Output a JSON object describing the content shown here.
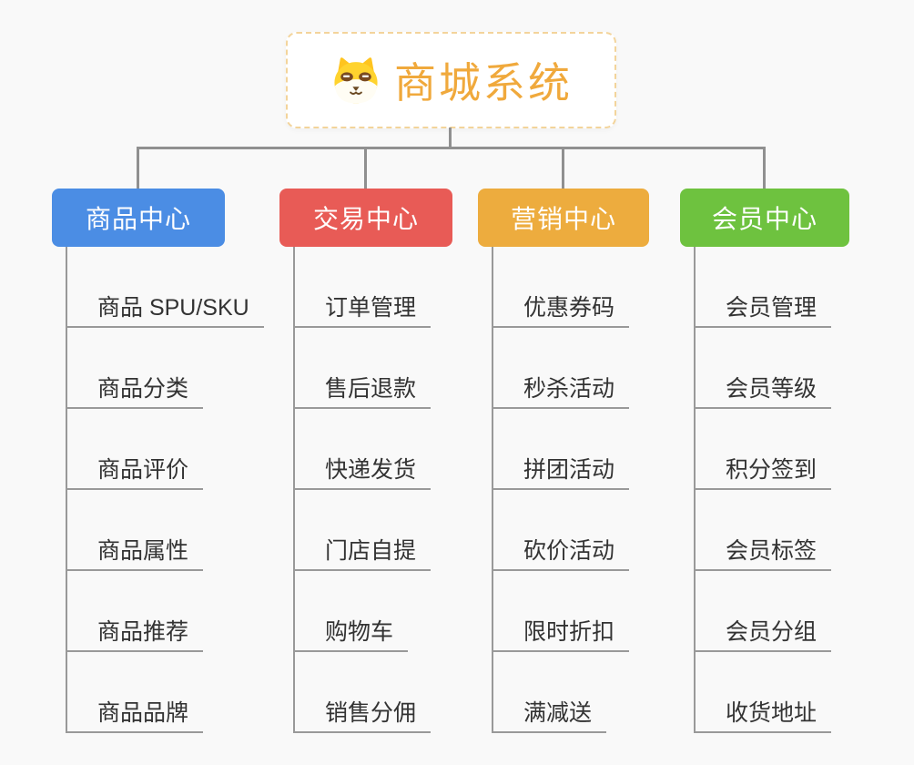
{
  "root": {
    "title": "商城系统",
    "icon": "shiba-dog-icon",
    "title_color": "#F0A93C",
    "border_color": "#F3D49B"
  },
  "connector_color": "#909090",
  "branches": [
    {
      "label": "商品中心",
      "color": "#4B8DE4",
      "children": [
        "商品 SPU/SKU",
        "商品分类",
        "商品评价",
        "商品属性",
        "商品推荐",
        "商品品牌"
      ]
    },
    {
      "label": "交易中心",
      "color": "#E85B56",
      "children": [
        "订单管理",
        "售后退款",
        "快递发货",
        "门店自提",
        "购物车",
        "销售分佣"
      ]
    },
    {
      "label": "营销中心",
      "color": "#EDAC3E",
      "children": [
        "优惠券码",
        "秒杀活动",
        "拼团活动",
        "砍价活动",
        "限时折扣",
        "满减送"
      ]
    },
    {
      "label": "会员中心",
      "color": "#6EC23F",
      "children": [
        "会员管理",
        "会员等级",
        "积分签到",
        "会员标签",
        "会员分组",
        "收货地址"
      ]
    }
  ]
}
